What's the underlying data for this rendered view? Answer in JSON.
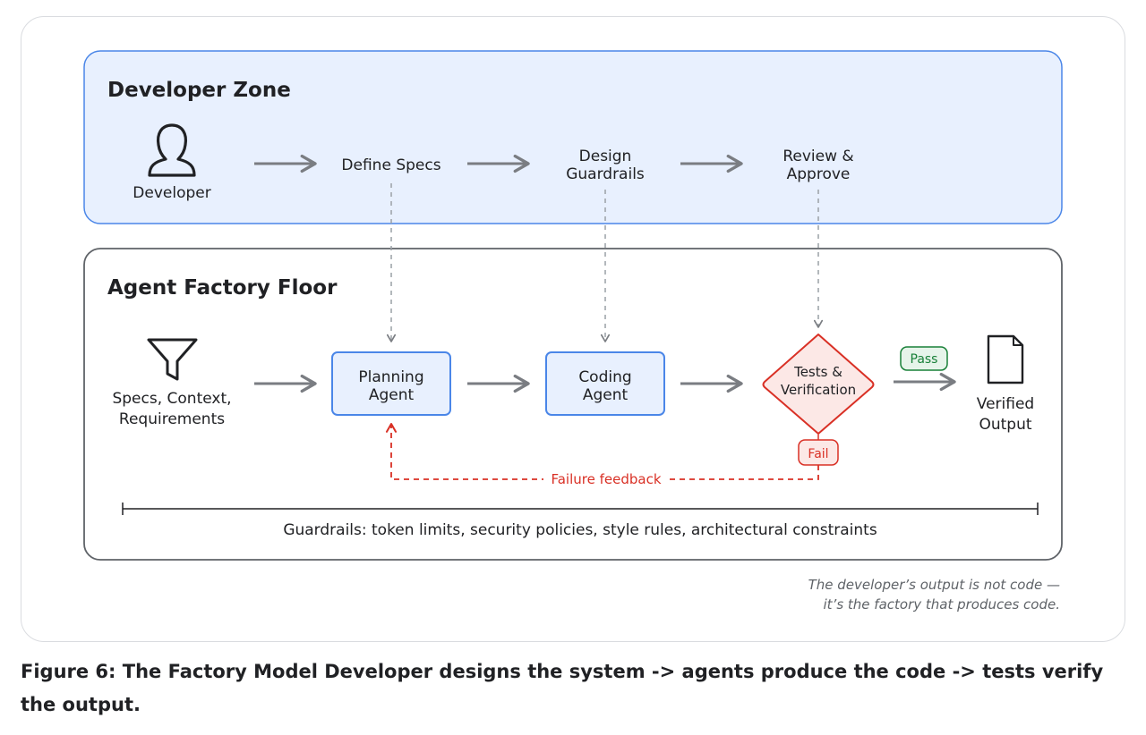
{
  "developer_zone": {
    "title": "Developer Zone",
    "developer_label": "Developer",
    "define_specs": "Define Specs",
    "design_guardrails": [
      "Design",
      "Guardrails"
    ],
    "review_approve": [
      "Review &",
      "Approve"
    ]
  },
  "factory_floor": {
    "title": "Agent Factory Floor",
    "inputs_label": [
      "Specs, Context,",
      "Requirements"
    ],
    "planning_agent": [
      "Planning",
      "Agent"
    ],
    "coding_agent": [
      "Coding",
      "Agent"
    ],
    "tests_verification": [
      "Tests &",
      "Verification"
    ],
    "pass_label": "Pass",
    "fail_label": "Fail",
    "output_label": [
      "Verified",
      "Output"
    ],
    "failure_feedback": "Failure feedback",
    "guardrails": "Guardrails: token limits, security policies, style rules, architectural constraints"
  },
  "note": {
    "line1": "The developer’s output is not code —",
    "line2": "it’s the factory that produces code."
  },
  "caption": "Figure 6: The Factory Model Developer designs the system -> agents produce the code -> tests verify the output.",
  "colors": {
    "zone_fill": "#e8f0fe",
    "zone_border": "#4a86e8",
    "agent_fill": "#e8f0fe",
    "agent_border": "#4a86e8",
    "tests_fill": "#fce8e6",
    "tests_border": "#d93025",
    "pass_fill": "#e6f4ea",
    "pass_border": "#188038",
    "arrow_gray": "#7a7d82"
  },
  "icons": [
    "person-icon",
    "funnel-icon",
    "document-icon"
  ]
}
